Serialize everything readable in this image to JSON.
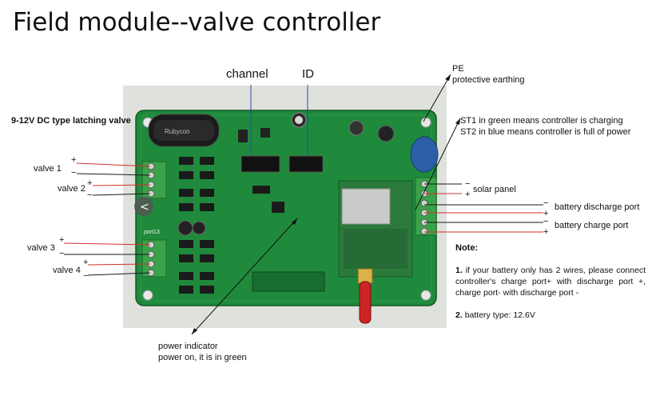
{
  "title": "Field module--valve controller",
  "labels": {
    "channel": "channel",
    "id": "ID",
    "pe_line1": "PE",
    "pe_line2": "protective earthing",
    "st_line1": "ST1 in green means controller is charging",
    "st_line2": "ST2 in blue means controller is full of power",
    "valve_type": "9-12V DC type latching valve",
    "valve1": "valve 1",
    "valve2": "valve 2",
    "valve3": "valve 3",
    "valve4": "valve 4",
    "plus": "+",
    "minus": "−",
    "solar_panel": "solar panel",
    "battery_discharge": "battery discharge port",
    "battery_charge": "battery charge port",
    "power_line1": "power indicator",
    "power_line2": "power on, it is in green"
  },
  "note": {
    "heading": "Note:",
    "item1_num": "1.",
    "item1_text": "if your battery only has 2 wires, please connect controller's charge port+ with discharge port +, charge port- with discharge port -",
    "item2_num": "2.",
    "item2_text": "battery type: 12.6V"
  },
  "board": {
    "port_label": "port13",
    "back_glyph": "<",
    "cap_text": "Rubycon"
  },
  "colors": {
    "pcb": "#1f8a3c",
    "pcb_dark": "#17702f",
    "lead_red": "#d0302a",
    "lead_black": "#1a1a1a",
    "leader_blue": "#2a4f9c",
    "terminal_green": "#3aa34a"
  }
}
